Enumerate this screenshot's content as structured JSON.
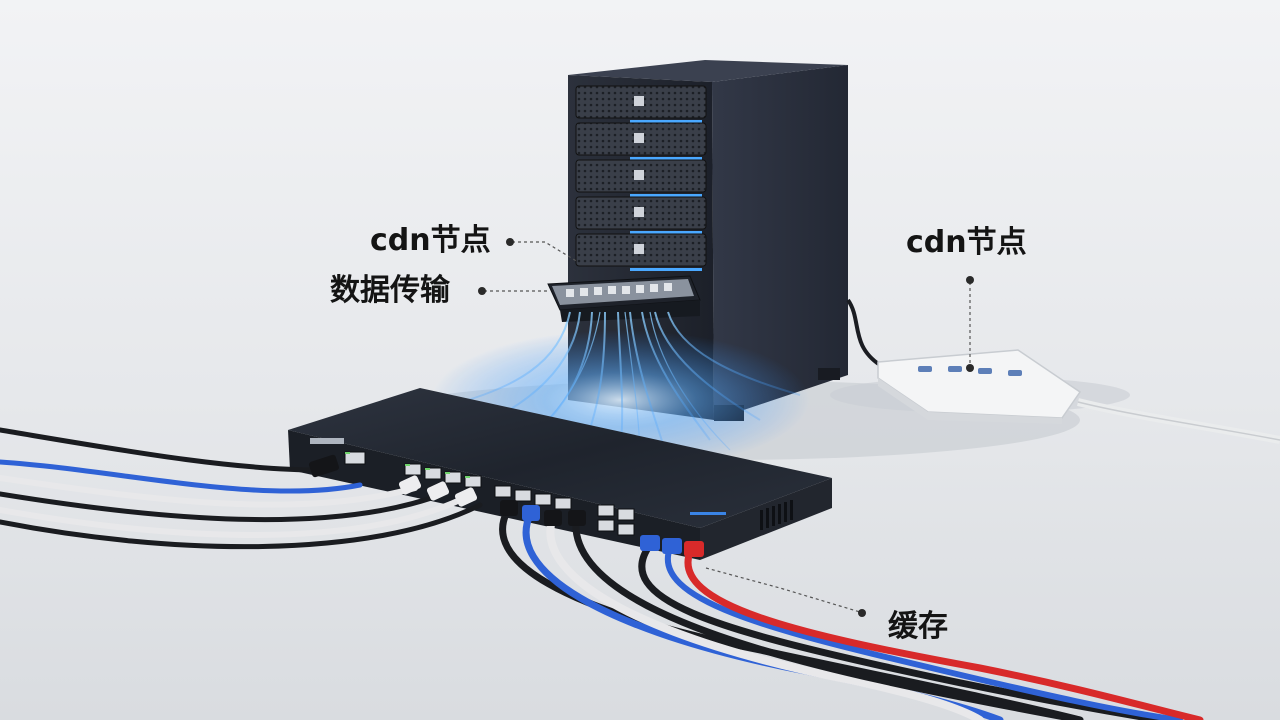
{
  "labels": {
    "cdn_node_left": "cdn节点",
    "data_transfer": "数据传输",
    "cdn_node_right": "cdn节点",
    "cache": "缓存"
  },
  "colors": {
    "background": "#e6e8eb",
    "server_body": "#2a2f3b",
    "switch_body": "#252a33",
    "glow_blue": "#2f8fff",
    "cable_blue": "#2f62d6",
    "cable_red": "#d82a2a",
    "cable_black": "#1c1c1c",
    "cable_white": "#e8e8ea"
  }
}
